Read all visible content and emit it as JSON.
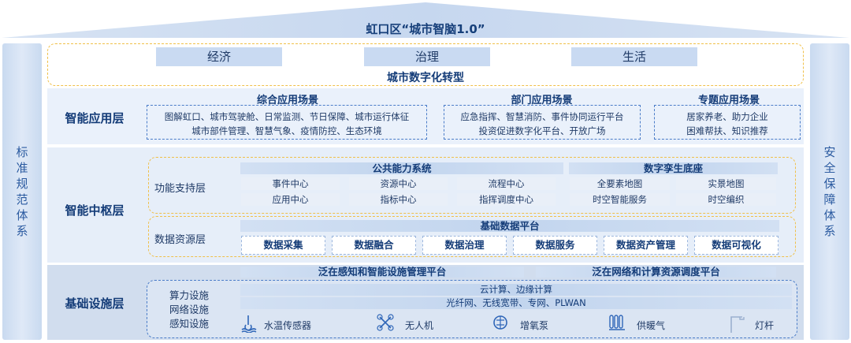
{
  "title": "虹口区“城市智脑1.0”",
  "left_pillar": [
    "标",
    "准",
    "规",
    "范",
    "体",
    "系"
  ],
  "right_pillar": [
    "安",
    "全",
    "保",
    "障",
    "体",
    "系"
  ],
  "top": {
    "categories": [
      "经济",
      "治理",
      "生活"
    ],
    "transformation": "城市数字化转型"
  },
  "application_layer": {
    "label": "智能应用层",
    "groups": [
      {
        "title": "综合应用场景",
        "lines": [
          "图解虹口、城市驾驶舱、日常监测、节日保障、城市运行体征",
          "城市部件管理、智慧气象、疫情防控、生态环境"
        ]
      },
      {
        "title": "部门应用场景",
        "lines": [
          "应急指挥、智慧消防、事件协同运行平台",
          "投资促进数字化平台、开放广场"
        ]
      },
      {
        "title": "专题应用场景",
        "lines": [
          "居家养老、助力企业",
          "困难帮扶、知识推荐"
        ]
      }
    ]
  },
  "hub_layer": {
    "label": "智能中枢层",
    "function_support": {
      "label": "功能支持层",
      "public": {
        "title": "公共能力系统",
        "items": [
          "事件中心",
          "资源中心",
          "流程中心",
          "应用中心",
          "指标中心",
          "指挥调度中心"
        ]
      },
      "twin": {
        "title": "数字孪生底座",
        "items": [
          "全要素地图",
          "实景地图",
          "时空智能服务",
          "时空编织"
        ]
      }
    },
    "data_resource": {
      "label": "数据资源层",
      "platform": "基础数据平台",
      "items": [
        "数据采集",
        "数据融合",
        "数据治理",
        "数据服务",
        "数据资产管理",
        "数据可视化"
      ]
    }
  },
  "infra_layer": {
    "label": "基础设施层",
    "platforms": [
      "泛在感知和智能设施管理平台",
      "泛在网络和计算资源调度平台"
    ],
    "sub_labels": [
      "算力设施",
      "网络设施",
      "感知设施"
    ],
    "compute": "云计算、边缘计算",
    "network": "光纤网、无线宽带、专网、PLWAN",
    "sensors": [
      {
        "icon": "water-temperature-icon",
        "label": "水温传感器"
      },
      {
        "icon": "drone-icon",
        "label": "无人机"
      },
      {
        "icon": "aerator-pump-icon",
        "label": "增氧泵"
      },
      {
        "icon": "heater-icon",
        "label": "供暖气"
      },
      {
        "icon": "streetlight-icon",
        "label": "灯杆"
      }
    ]
  },
  "colors": {
    "accent": "#143c78",
    "dash_yellow": "#f0c04a",
    "dash_blue": "#4a7cc8",
    "panel_light": "#eaf1fb",
    "panel_base": "#d1ddee"
  }
}
